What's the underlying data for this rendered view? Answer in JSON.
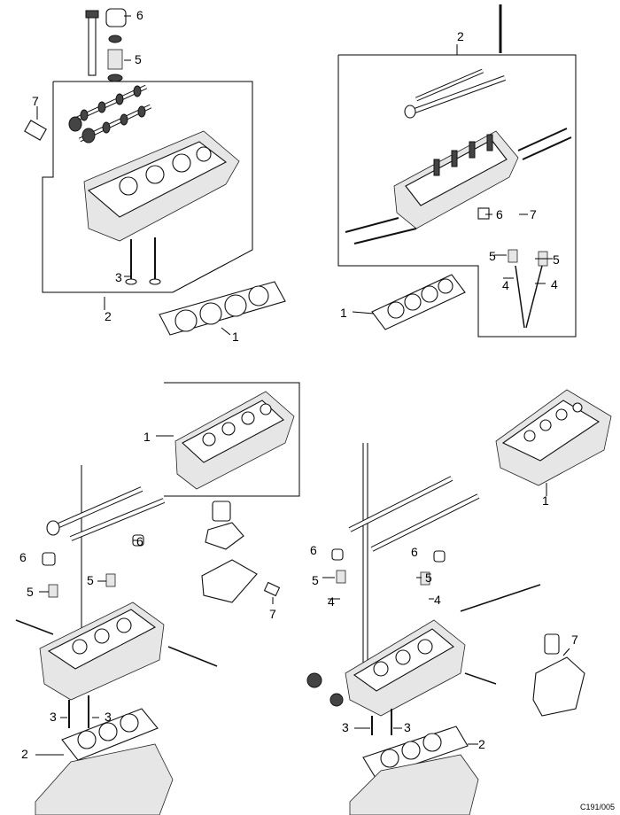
{
  "diagram": {
    "code": "C191/005",
    "panels": [
      {
        "id": "top-left",
        "labels": [
          "1",
          "2",
          "3",
          "5",
          "6",
          "7"
        ]
      },
      {
        "id": "top-right",
        "labels": [
          "1",
          "2",
          "4",
          "4",
          "5",
          "5",
          "6",
          "7"
        ]
      },
      {
        "id": "bottom-left",
        "labels": [
          "1",
          "2",
          "3",
          "3",
          "5",
          "5",
          "6",
          "6",
          "7"
        ]
      },
      {
        "id": "bottom-right",
        "labels": [
          "1",
          "2",
          "3",
          "3",
          "4",
          "4",
          "5",
          "5",
          "6",
          "6",
          "7"
        ]
      }
    ]
  }
}
